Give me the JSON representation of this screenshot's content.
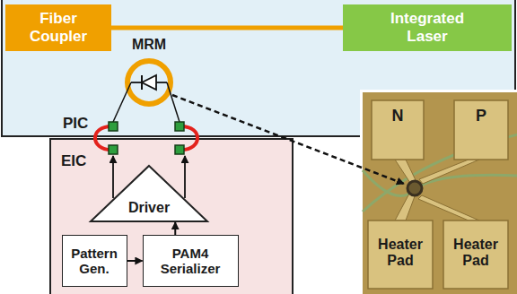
{
  "diagram": {
    "nodes": [
      {
        "text": [
          "PIC"
        ]
      },
      {
        "text": [
          "Fiber Coupler"
        ],
        "in": 0
      },
      {
        "text": [
          "Integrated Laser"
        ],
        "in": 0
      },
      {
        "text": [
          "MRM"
        ],
        "in": 0
      },
      {
        "text": [
          "EIC"
        ]
      },
      {
        "text": [
          "Driver"
        ],
        "in": 4
      },
      {
        "text": [
          "Pattern Gen."
        ],
        "in": 4
      },
      {
        "text": [
          "PAM4 Serializer"
        ],
        "in": 4
      }
    ],
    "edges": [
      {
        "from": 1,
        "to": 2,
        "arrow": "none"
      },
      {
        "from": 6,
        "to": 7,
        "arrow": "to"
      },
      {
        "from": 7,
        "to": 5,
        "arrow": "to"
      }
    ],
    "labels": [
      "N",
      "P",
      "Heater Pad",
      "Heater Pad"
    ]
  }
}
